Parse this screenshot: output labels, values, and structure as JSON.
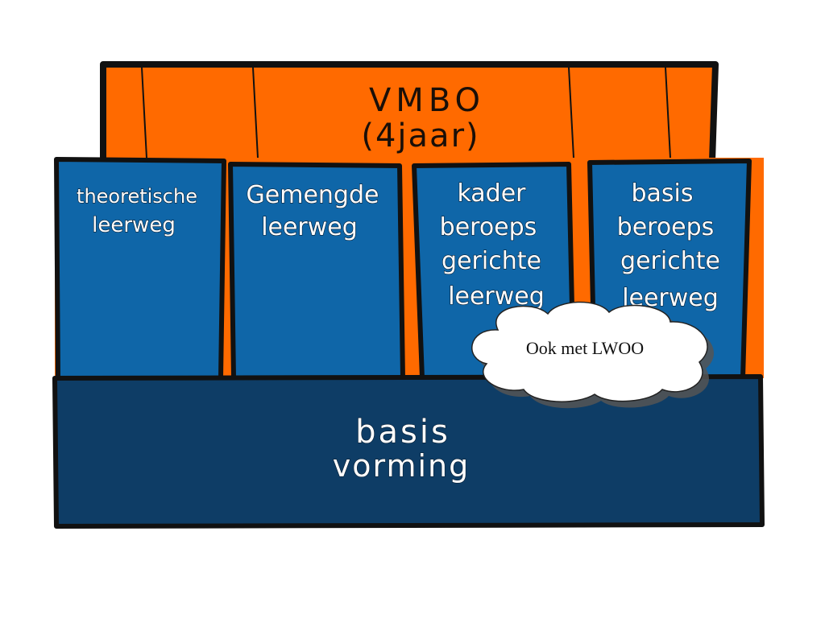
{
  "header": {
    "line1": "VMBO",
    "line2": "(4jaar)"
  },
  "columns": [
    {
      "lines": [
        "theoretische",
        "leerweg"
      ]
    },
    {
      "lines": [
        "Gemengde",
        "leerweg"
      ]
    },
    {
      "lines": [
        "kader",
        "beroeps",
        "gerichte",
        "leerweg"
      ]
    },
    {
      "lines": [
        "basis",
        "beroeps",
        "gerichte",
        "leerweg"
      ]
    }
  ],
  "base": {
    "line1": "basis",
    "line2": "vorming"
  },
  "callout": {
    "text": "Ook met LWOO"
  },
  "colors": {
    "orange": "#ff6a00",
    "column_blue": "#0f66a8",
    "base_navy": "#0e3d66",
    "outline": "#111111"
  }
}
